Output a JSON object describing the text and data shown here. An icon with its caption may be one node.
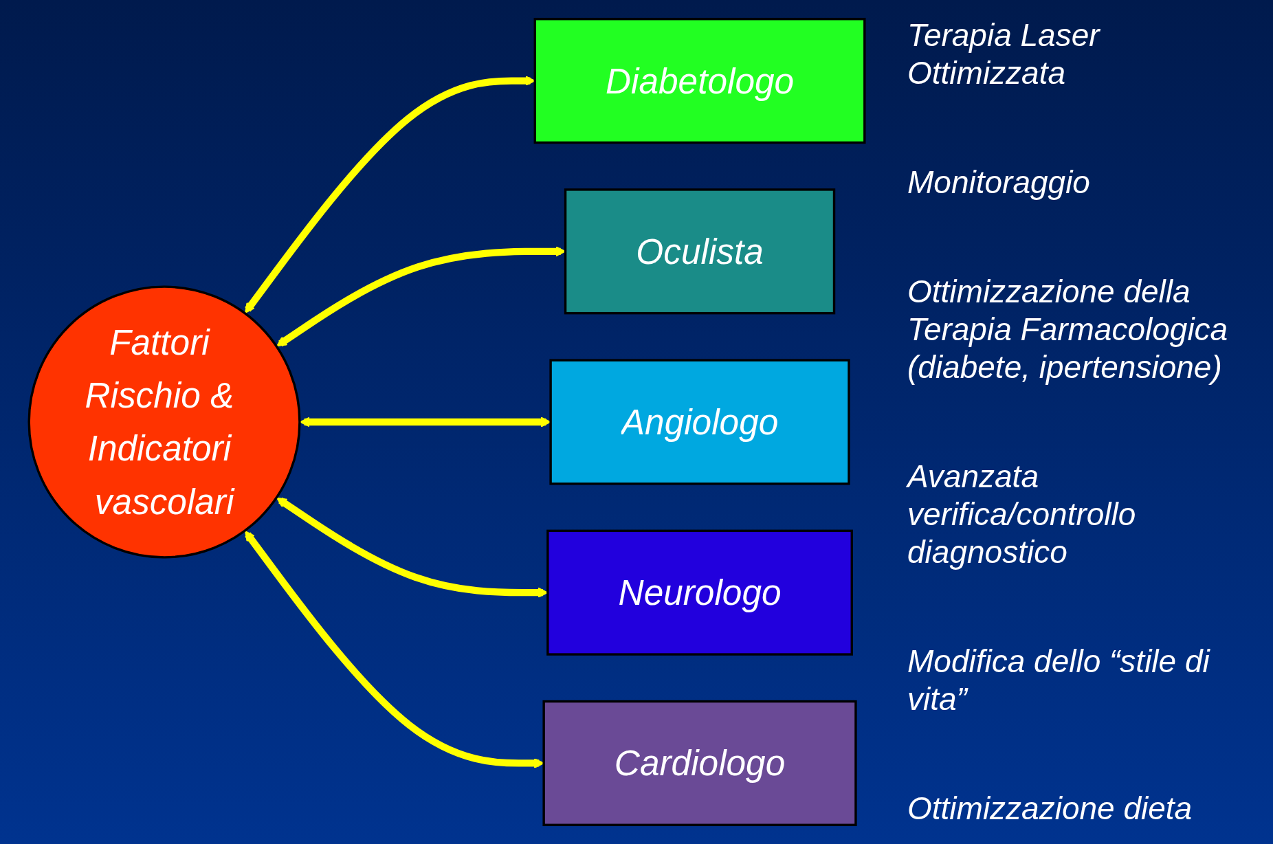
{
  "diagram": {
    "nodes": [
      {
        "text": [
          "Diabetologo"
        ]
      },
      {
        "text": [
          "Oculista"
        ]
      },
      {
        "text": [
          "Angiologo"
        ]
      },
      {
        "text": [
          "Fattori Rischio & Indicatori vascolari"
        ]
      },
      {
        "text": [
          "Neurologo"
        ]
      },
      {
        "text": [
          "Cardiologo"
        ]
      }
    ],
    "edges": [
      {
        "from": 3,
        "to": 0,
        "arrow": "both"
      },
      {
        "from": 3,
        "to": 1,
        "arrow": "both"
      },
      {
        "from": 3,
        "to": 2,
        "arrow": "both"
      },
      {
        "from": 3,
        "to": 4,
        "arrow": "both"
      },
      {
        "from": 3,
        "to": 5,
        "arrow": "both"
      }
    ],
    "labels": [
      "Terapia Laser Ottimizzata",
      "Monitoraggio",
      "Ottimizzazione della Terapia Farmacologica (diabete, ipertensione)",
      "Avanzata verifica/controllo diagnostico",
      "Modifica dello “stile di vita”",
      "Ottimizzazione dieta"
    ]
  }
}
